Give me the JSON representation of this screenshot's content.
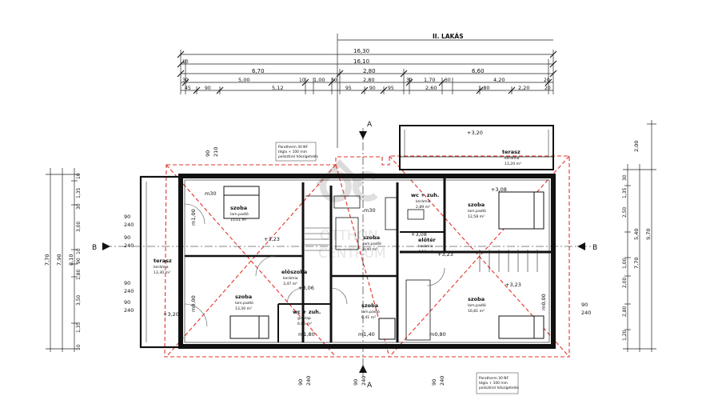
{
  "header": {
    "apartment": "II. LAKÁS"
  },
  "dims_top": {
    "row1": [
      "16,30"
    ],
    "row2": [
      "10",
      "16,10"
    ],
    "row3": [
      "6,70",
      "2,80",
      "6,60"
    ],
    "row4": [
      "30",
      "5,00",
      "10",
      "1,00",
      "30",
      "2,80",
      "30",
      "1,70",
      "30",
      "4,20",
      "20"
    ],
    "row5": [
      "45",
      "90",
      "5,12",
      "95",
      "90",
      "95",
      "2,60",
      "1,80",
      "2,20",
      "20"
    ]
  },
  "dims_left": [
    "10",
    "1,35",
    "30",
    "3,00",
    "10",
    "90",
    "1,80",
    "3,50",
    "1,35",
    "10",
    "7,70",
    "7,90",
    "8,10"
  ],
  "dims_right": [
    "2,00",
    "30",
    "1,35",
    "2,50",
    "5,40",
    "1,00",
    "2,00",
    "2,80",
    "1,20",
    "7,70",
    "9,70"
  ],
  "dims_bottom": [
    "90",
    "240",
    "90",
    "240",
    "90",
    "240"
  ],
  "openings_left": [
    "90",
    "240",
    "90",
    "240",
    "90",
    "240",
    "90",
    "240"
  ],
  "openings_top": [
    "90",
    "210"
  ],
  "openings_right": [
    "90",
    "240"
  ],
  "section_marks": {
    "a": "A",
    "b": "B"
  },
  "levels": [
    "+3,20",
    "+3,08",
    "+3,23",
    "+3,08",
    "+3,23",
    "+3,23",
    "+3,06",
    "+3,20"
  ],
  "rooms": [
    {
      "name": "szoba",
      "floor": "lam.padló",
      "area": "15,01 m²"
    },
    {
      "name": "szoba",
      "floor": "lam.padló",
      "area": "13,30 m²"
    },
    {
      "name": "terasz",
      "floor": "kerámia",
      "area": "13,30 m²"
    },
    {
      "name": "előszoba",
      "floor": "kerámia",
      "area": "3,47 m²"
    },
    {
      "name": "wc + zuh.",
      "floor": "greslap",
      "area": "6,06 m²"
    },
    {
      "name": "szoba",
      "floor": "lam.padló",
      "area": "8,40 m²"
    },
    {
      "name": "szoba",
      "floor": "lam.padló",
      "area": "8,41 m²"
    },
    {
      "name": "wc + zuh.",
      "floor": "kerámia",
      "area": "2,89 m²"
    },
    {
      "name": "előtér",
      "floor": "kerámia",
      "area": "4,13 m²"
    },
    {
      "name": "szoba",
      "floor": "lam.padló",
      "area": "12,58 m²"
    },
    {
      "name": "terasz",
      "floor": "kerámia",
      "area": "13,20 m²"
    },
    {
      "name": "szoba",
      "floor": "lam.padló",
      "area": "16,81 m²"
    }
  ],
  "heights": [
    "m30",
    "m30",
    "m1,00",
    "m0,00",
    "m1,80",
    "m1,40",
    "m0,80",
    "m0,00"
  ],
  "notes": {
    "top": [
      "Porotherm 30 NF",
      "tégla + 100 mm",
      "polisztirol hőszigetelés"
    ],
    "bottom": [
      "Porotherm 30 NF",
      "tégla + 100 mm",
      "polisztirol hőszigetelés"
    ]
  },
  "watermark": {
    "line1": "OTTHON",
    "line2": "CENTRUM"
  }
}
